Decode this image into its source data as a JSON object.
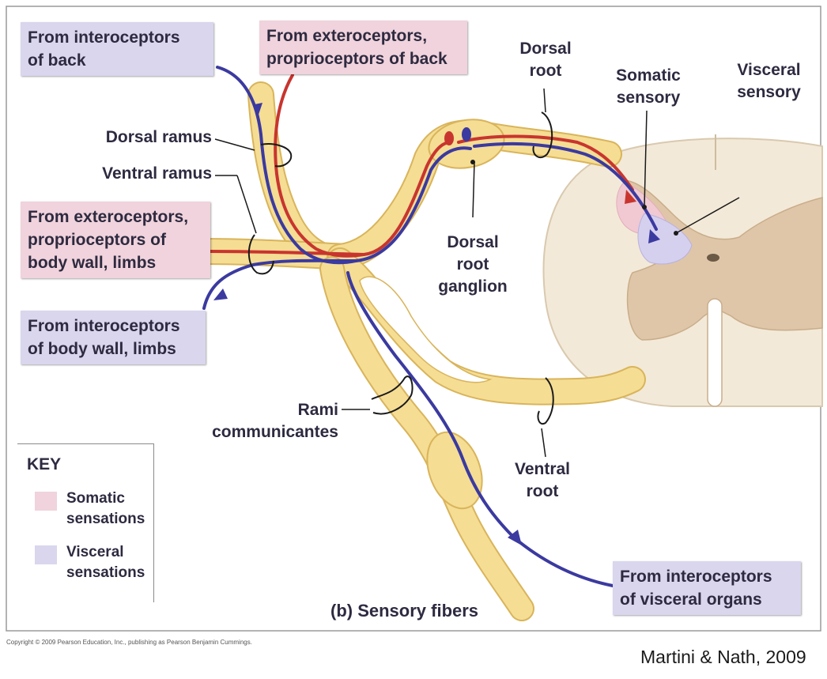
{
  "labels": {
    "interoceptors_back": [
      "From interoceptors",
      "of back"
    ],
    "exteroceptors_back": [
      "From exteroceptors,",
      "proprioceptors of back"
    ],
    "exteroceptors_body": [
      "From exteroceptors,",
      "proprioceptors of",
      "body wall, limbs"
    ],
    "interoceptors_body": [
      "From interoceptors",
      "of body wall, limbs"
    ],
    "interoceptors_visceral": [
      "From interoceptors",
      "of visceral organs"
    ],
    "dorsal_ramus": "Dorsal ramus",
    "ventral_ramus": "Ventral ramus",
    "dorsal_root": [
      "Dorsal",
      "root"
    ],
    "somatic_sensory": [
      "Somatic",
      "sensory"
    ],
    "visceral_sensory": [
      "Visceral",
      "sensory"
    ],
    "dorsal_root_ganglion": [
      "Dorsal",
      "root",
      "ganglion"
    ],
    "rami_communicantes": [
      "Rami",
      "communicantes"
    ],
    "ventral_root": [
      "Ventral",
      "root"
    ]
  },
  "key": {
    "title": "KEY",
    "somatic": [
      "Somatic",
      "sensations"
    ],
    "visceral": [
      "Visceral",
      "sensations"
    ]
  },
  "caption": "(b) Sensory fibers",
  "copyright": "Copyright © 2009 Pearson Education, Inc., publishing as Pearson Benjamin Cummings.",
  "credit": "Martini & Nath, 2009",
  "colors": {
    "somatic_fiber": "#c8352e",
    "visceral_fiber": "#3b3aa0",
    "somatic_fill": "#f0d3dc",
    "visceral_fill": "#d9d6ee",
    "nerve": "#f5dd94",
    "nerve_edge": "#d9b45a",
    "cord_white": "#f3e9d8",
    "cord_gray": "#dfc6a8"
  }
}
